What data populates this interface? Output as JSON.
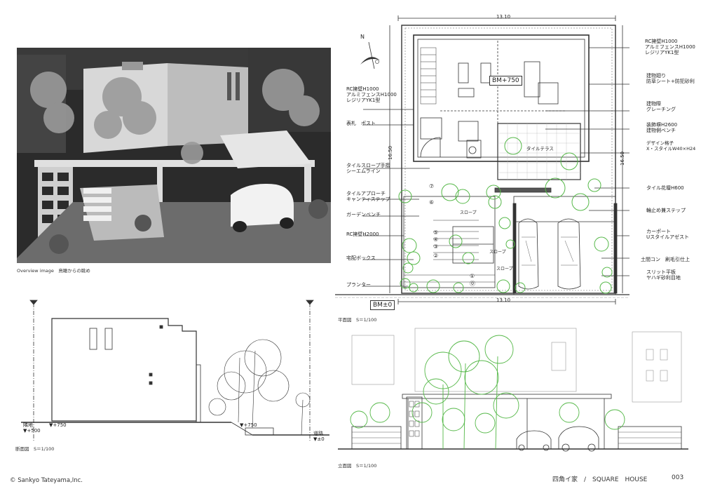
{
  "overview": {
    "caption": "Overview image　鳥瞰からの眺め"
  },
  "plan": {
    "width_dim_top": "13.10",
    "width_dim_bottom": "13.10",
    "height_dim_left": "16.50",
    "height_dim_right": "16.50",
    "bm_top": "BM+750",
    "bm_bottom": "BM±0",
    "north": "N",
    "caption": "平面図　S＝1/100",
    "interior": {
      "terrace": "タイルテラス",
      "slope1": "スロープ",
      "slope2": "スロープ",
      "slope3": "スロープ"
    },
    "steps": [
      "⑦",
      "⑥",
      "⑤",
      "④",
      "③",
      "②",
      "①",
      "⓪"
    ],
    "labels_left": [
      {
        "lines": [
          "RC擁壁H1000",
          "アルミフェンスH1000",
          "レジリアYK1型"
        ]
      },
      {
        "lines": [
          "表札　ポスト"
        ]
      },
      {
        "lines": [
          "タイルスロープ手摺",
          "シーエムライン"
        ]
      },
      {
        "lines": [
          "タイルアプローチ",
          "キャンティステップ"
        ]
      },
      {
        "lines": [
          "ガーデンベンチ"
        ]
      },
      {
        "lines": [
          "RC擁壁H2000"
        ]
      },
      {
        "lines": [
          "宅配ボックス"
        ]
      },
      {
        "lines": [
          "プランター"
        ]
      }
    ],
    "labels_right": [
      {
        "lines": [
          "RC擁壁H1000",
          "アルミフェンスH1000",
          "レジリアYK1型"
        ]
      },
      {
        "lines": [
          "建物廻り",
          "防草シート+防犯砂利"
        ]
      },
      {
        "lines": [
          "建物際",
          "グレーチング"
        ]
      },
      {
        "lines": [
          "装飾塀H2600",
          "建物側ベンチ"
        ]
      },
      {
        "lines": [
          "デザイン格子",
          "X・スタイルW40×H24"
        ]
      },
      {
        "lines": [
          "タイル花壇H600"
        ]
      },
      {
        "lines": [
          "輪止め兼ステップ"
        ]
      },
      {
        "lines": [
          "カーポート",
          "Uスタイルアゼスト"
        ]
      },
      {
        "lines": [
          "土間コン　刷毛引仕上"
        ]
      },
      {
        "lines": [
          "スリット平板",
          "ヤハギ砂利目地"
        ]
      }
    ]
  },
  "section": {
    "caption": "断面図　S＝1/100",
    "neighbor": "隣地",
    "neighbor_level": "▼+500",
    "level_left": "▼+750",
    "level_right": "▼+750",
    "road": "道路",
    "road_level": "▼±0"
  },
  "elevation": {
    "caption": "立面図　S＝1/100"
  },
  "footer": {
    "copyright": "© Sankyo Tateyama,Inc.",
    "title": "四角イ家　/　SQUARE　HOUSE",
    "page": "003"
  },
  "colors": {
    "line": "#333333",
    "green": "#55b848",
    "photo_bg": "#2a2a2a"
  }
}
